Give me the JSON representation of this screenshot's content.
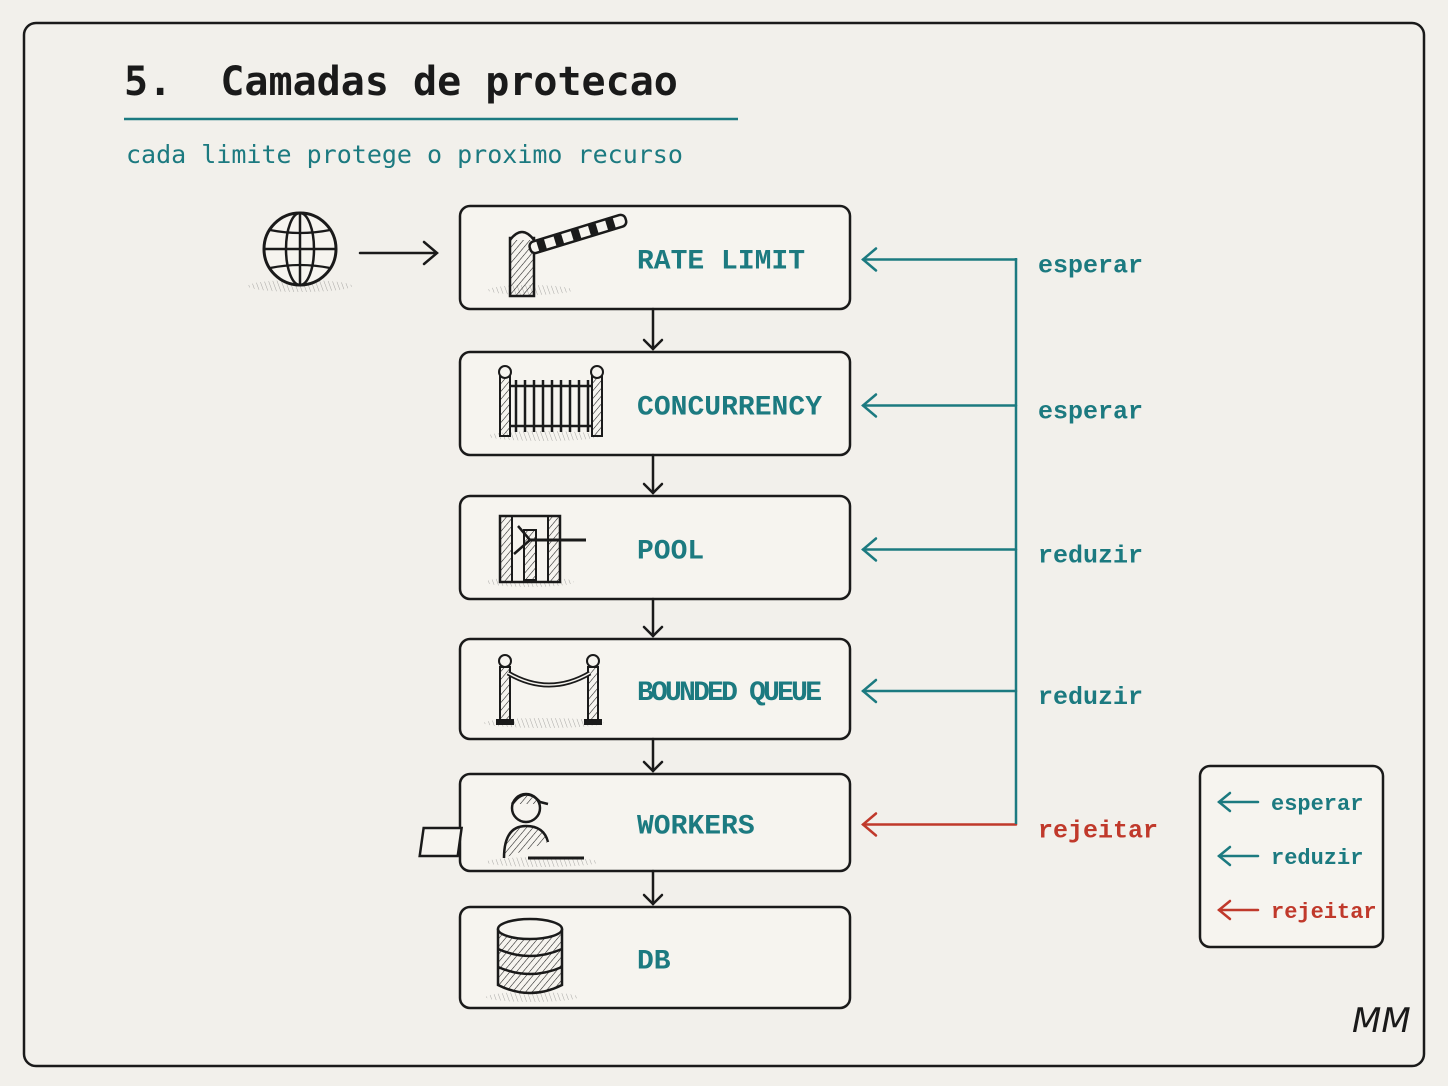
{
  "title": "5.  Camadas de protecao",
  "subtitle": "cada limite protege o proximo recurso",
  "colors": {
    "ink": "#1a1a1a",
    "teal": "#1c7a80",
    "red": "#c0392b",
    "paper": "#f2f0eb",
    "box_fill": "#f6f4ef"
  },
  "source_icon": "globe-icon",
  "layers": [
    {
      "label": "RATE LIMIT",
      "icon": "barrier-gate-icon",
      "feedback": "esperar",
      "feedback_kind": "teal"
    },
    {
      "label": "CONCURRENCY",
      "icon": "fence-gate-icon",
      "feedback": "esperar",
      "feedback_kind": "teal"
    },
    {
      "label": "POOL",
      "icon": "turnstile-icon",
      "feedback": "reduzir",
      "feedback_kind": "teal"
    },
    {
      "label": "BOUNDED QUEUE",
      "icon": "rope-barrier-icon",
      "feedback": "reduzir",
      "feedback_kind": "teal"
    },
    {
      "label": "WORKERS",
      "icon": "worker-laptop-icon",
      "feedback": "rejeitar",
      "feedback_kind": "red"
    },
    {
      "label": "DB",
      "icon": "database-icon"
    }
  ],
  "legend": [
    {
      "label": "esperar",
      "kind": "teal"
    },
    {
      "label": "reduzir",
      "kind": "teal"
    },
    {
      "label": "rejeitar",
      "kind": "red"
    }
  ],
  "signature": "MM"
}
